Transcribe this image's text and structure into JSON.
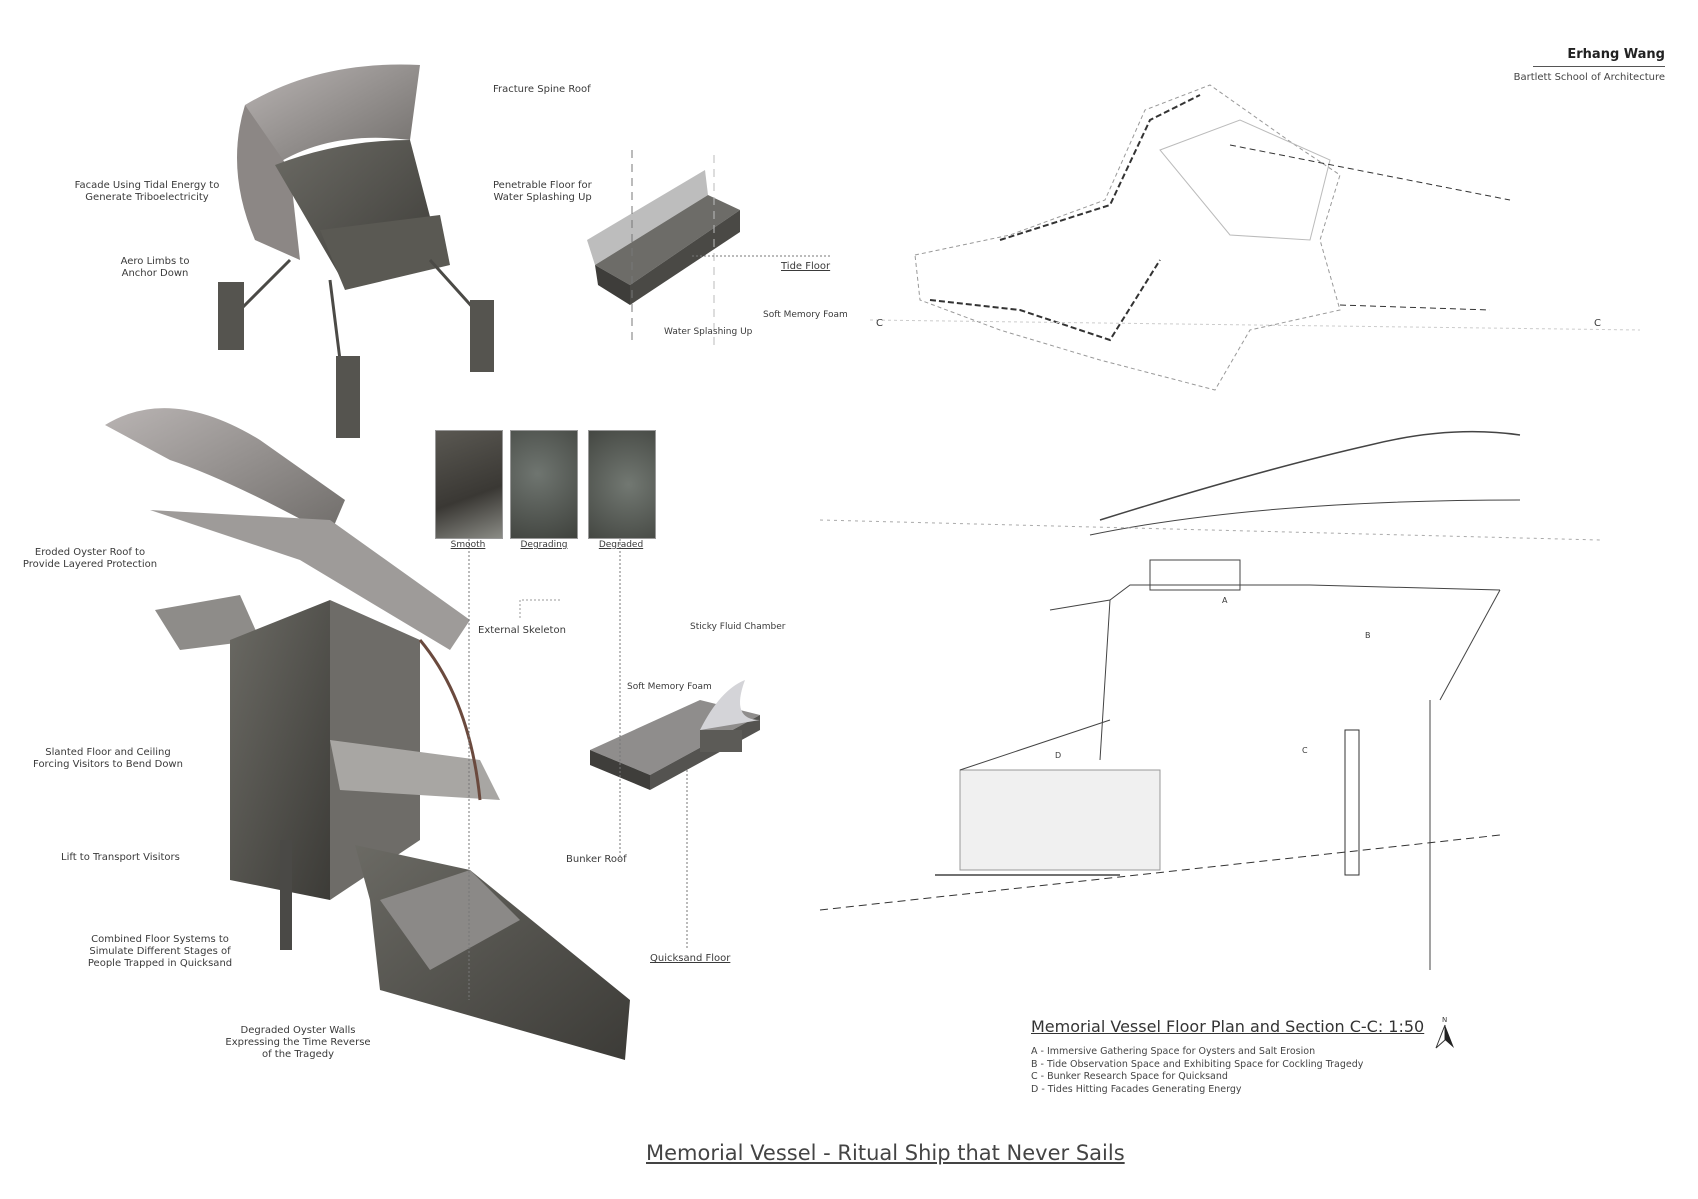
{
  "header": {
    "author": "Erhang Wang",
    "school": "Bartlett School of Architecture"
  },
  "title": "Memorial Vessel - Ritual Ship that Never Sails",
  "pod_labels": {
    "fracture_spine_roof": "Fracture Spine Roof",
    "facade_line1": "Facade Using Tidal Energy to",
    "facade_line2": "Generate Triboelectricity",
    "penetrable_line1": "Penetrable Floor for",
    "penetrable_line2": "Water Splashing Up",
    "aero_line1": "Aero Limbs to",
    "aero_line2": "Anchor Down"
  },
  "tide_floor_labels": {
    "tide_floor": "Tide Floor",
    "soft_memory_foam": "Soft Memory Foam",
    "water_splashing_up": "Water Splashing Up"
  },
  "textures": [
    {
      "label": "Smooth"
    },
    {
      "label": "Degrading"
    },
    {
      "label": "Degraded"
    }
  ],
  "tower_labels": {
    "eroded_line1": "Eroded Oyster Roof to",
    "eroded_line2": "Provide Layered Protection",
    "external_skeleton": "External Skeleton",
    "slanted_line1": "Slanted Floor and Ceiling",
    "slanted_line2": "Forcing Visitors to Bend Down",
    "lift": "Lift to Transport Visitors",
    "bunker_roof": "Bunker Roof",
    "combined_line1": "Combined Floor Systems to",
    "combined_line2": "Simulate Different Stages of",
    "combined_line3": "People Trapped in Quicksand",
    "degraded_line1": "Degraded Oyster Walls",
    "degraded_line2": "Expressing the Time Reverse",
    "degraded_line3": "of the Tragedy"
  },
  "quicksand_labels": {
    "sticky_fluid_chamber": "Sticky Fluid Chamber",
    "soft_memory_foam": "Soft Memory Foam",
    "quicksand_floor": "Quicksand Floor"
  },
  "plan": {
    "caption": "Memorial Vessel Floor Plan and Section C-C: 1:50",
    "legend": [
      "A - Immersive Gathering Space for Oysters and Salt Erosion",
      "B - Tide Observation Space and Exhibiting Space for Cockling Tragedy",
      "C - Bunker Research Space for Quicksand",
      "D - Tides Hitting Facades Generating Energy"
    ],
    "section_marker": "C",
    "space_markers": [
      "A",
      "B",
      "C",
      "D"
    ],
    "north": "N"
  }
}
